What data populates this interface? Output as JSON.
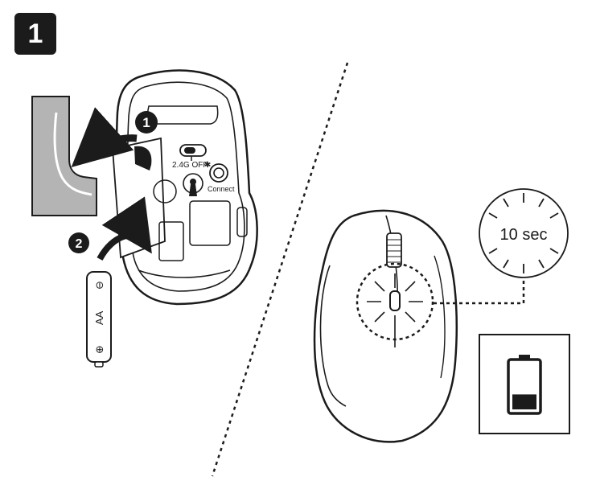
{
  "step": {
    "number": "1"
  },
  "callouts": {
    "remove_cover": "1",
    "insert_battery": "2"
  },
  "mouse_bottom": {
    "switch_label": "2.4G OFF",
    "bluetooth_symbol": "✱",
    "connect_label": "Connect"
  },
  "battery": {
    "label": "AA",
    "negative_symbol": "⊖",
    "positive_symbol": "⊕"
  },
  "timer": {
    "label": "10 sec"
  },
  "battery_status": {
    "icon": "battery-low-icon",
    "level": 0.3
  },
  "colors": {
    "cover_fill": "#b4b4b4",
    "ink": "#1b1b1b"
  }
}
